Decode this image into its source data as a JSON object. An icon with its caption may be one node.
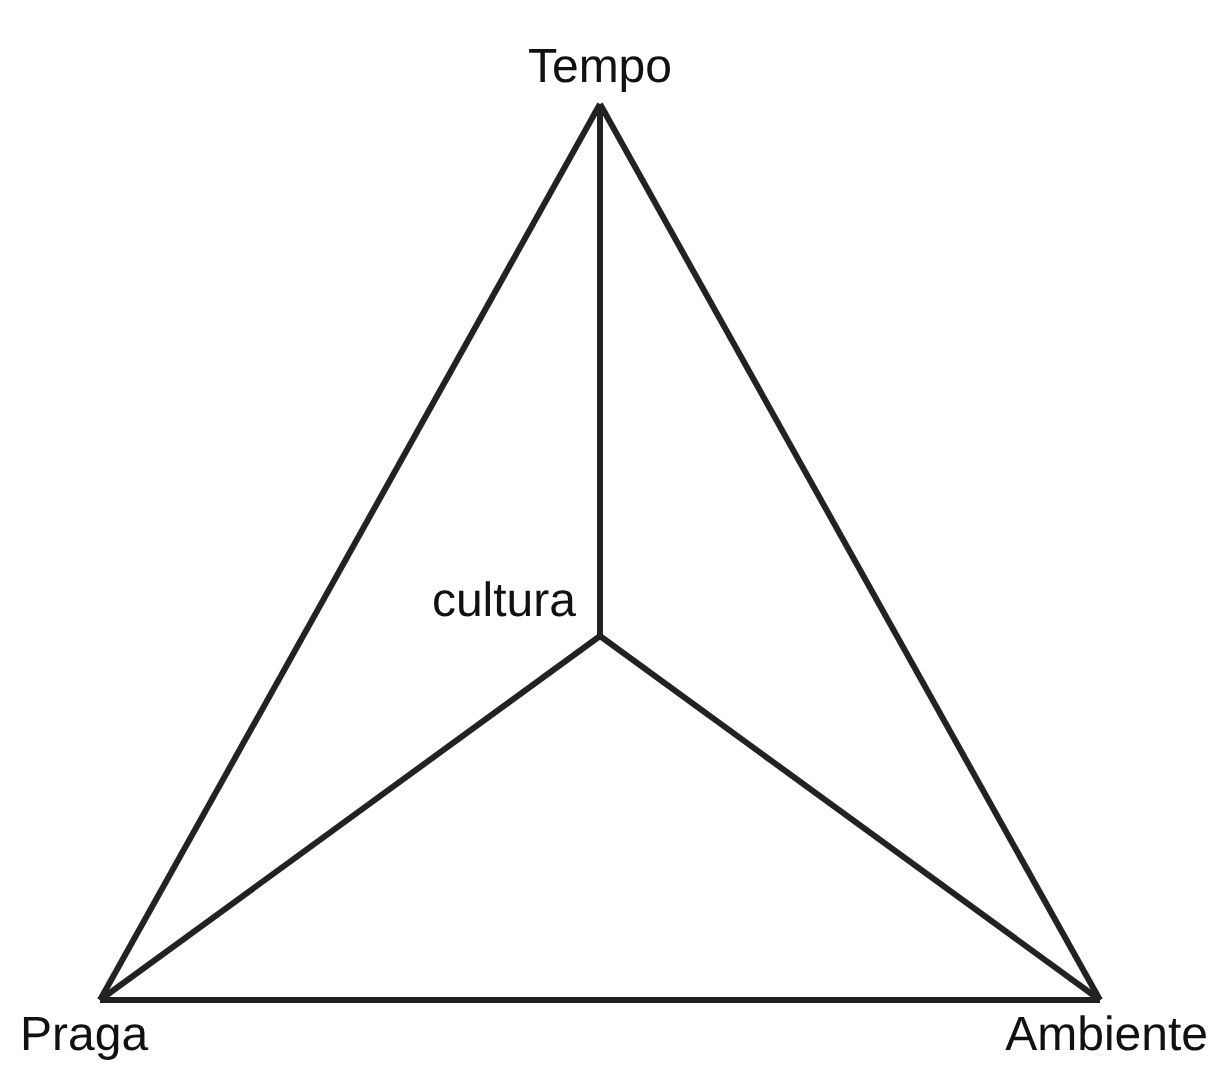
{
  "diagram": {
    "nodes": [
      {
        "text": [
          "Tempo"
        ]
      },
      {
        "text": [
          "cultura"
        ]
      },
      {
        "text": [
          "Praga"
        ]
      },
      {
        "text": [
          "Ambiente"
        ]
      }
    ],
    "edges": [
      {
        "from": 0,
        "to": 2,
        "arrow": "none"
      },
      {
        "from": 0,
        "to": 3,
        "arrow": "none"
      },
      {
        "from": 2,
        "to": 3,
        "arrow": "none"
      },
      {
        "from": 0,
        "to": 1,
        "arrow": "none"
      },
      {
        "from": 1,
        "to": 2,
        "arrow": "none"
      },
      {
        "from": 1,
        "to": 3,
        "arrow": "none"
      }
    ]
  }
}
